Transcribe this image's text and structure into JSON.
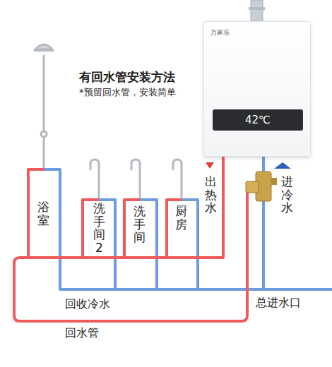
{
  "diagram": {
    "title": "有回水管安装方法",
    "nodes": [
      {
        "text": [
          "万家乐",
          "42℃"
        ]
      }
    ],
    "labels": [
      "*预留回水管，安装简单",
      "浴室",
      "洗手间2",
      "洗手间",
      "厨房",
      "出热水",
      "进冷水",
      "回收冷水",
      "总进水口",
      "回水管"
    ]
  }
}
